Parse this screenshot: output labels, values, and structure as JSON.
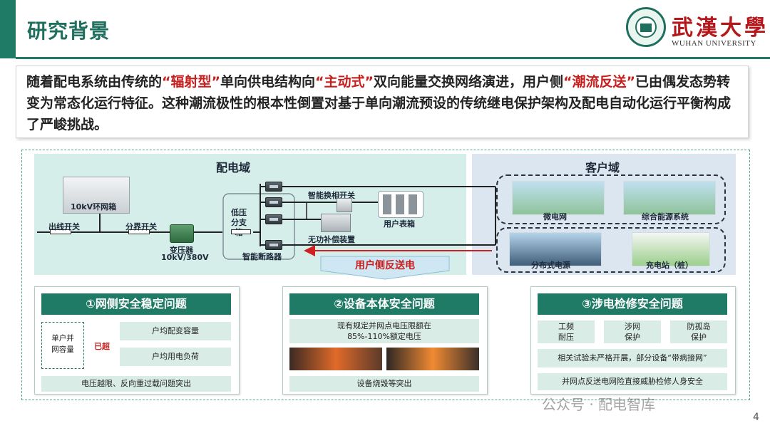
{
  "header": {
    "title": "研究背景",
    "logo_cn": "武漢大學",
    "logo_en": "WUHAN UNIVERSITY"
  },
  "intro": {
    "p1": "随着配电系统由传统的",
    "h1": "“辐射型”",
    "p2": "单向供电结构向",
    "h2": "“主动式”",
    "p3": "双向能量交换网络演进，用户侧",
    "h3": "“潮流反送”",
    "p4": "已由偶发态势转变为常态化运行特征。这种潮流极性的根本性倒置对基于单向潮流预设的传统继电保护架构及配电自动化运行平衡构成了严峻挑战。"
  },
  "diagram": {
    "dist_domain_title": "配电域",
    "cust_domain_title": "客户域",
    "ring_main_unit": "10kV环网箱",
    "outgoing_switch": "出线开关",
    "boundary_switch": "分界开关",
    "transformer": "变压器",
    "transformer_rating": "10kV/380V",
    "lv_branch_box": "低压\n分支箱",
    "smart_breaker": "智能断路器",
    "smart_phase_switch": "智能换相开关",
    "reactive_comp": "无功补偿装置",
    "user_meter_box": "用户表箱",
    "reverse_flow": "用户侧反送电",
    "microgrid": "微电网",
    "integrated_energy": "综合能源系统",
    "distributed_pv": "分布式电源",
    "charging_station": "充电站（桩）"
  },
  "problems": [
    {
      "title": "①网侧安全稳定问题",
      "capacity_label": "单户并\n网容量",
      "exceed": "已超",
      "row1": "户均配变容量",
      "row2": "户均用电负荷",
      "footer": "电压越限、反向重过载问题突出"
    },
    {
      "title": "②设备本体安全问题",
      "desc": "现有规定并网点电压限额在\n85%-110%额定电压",
      "footer": "设备烧毁等突出"
    },
    {
      "title": "③涉电检修安全问题",
      "tag1": "工频\n耐压",
      "tag2": "涉网\n保护",
      "tag3": "防孤岛\n保护",
      "desc": "相关试验未严格开展，部分设备“带病接网”",
      "footer": "并网点反送电网险直接威胁检修人身安全"
    }
  ],
  "watermark": "公众号 · 配电智库",
  "page_number": "4",
  "colors": {
    "accent": "#1f7a66",
    "highlight": "#c81e1e",
    "reverse_arrow": "#d02020"
  }
}
